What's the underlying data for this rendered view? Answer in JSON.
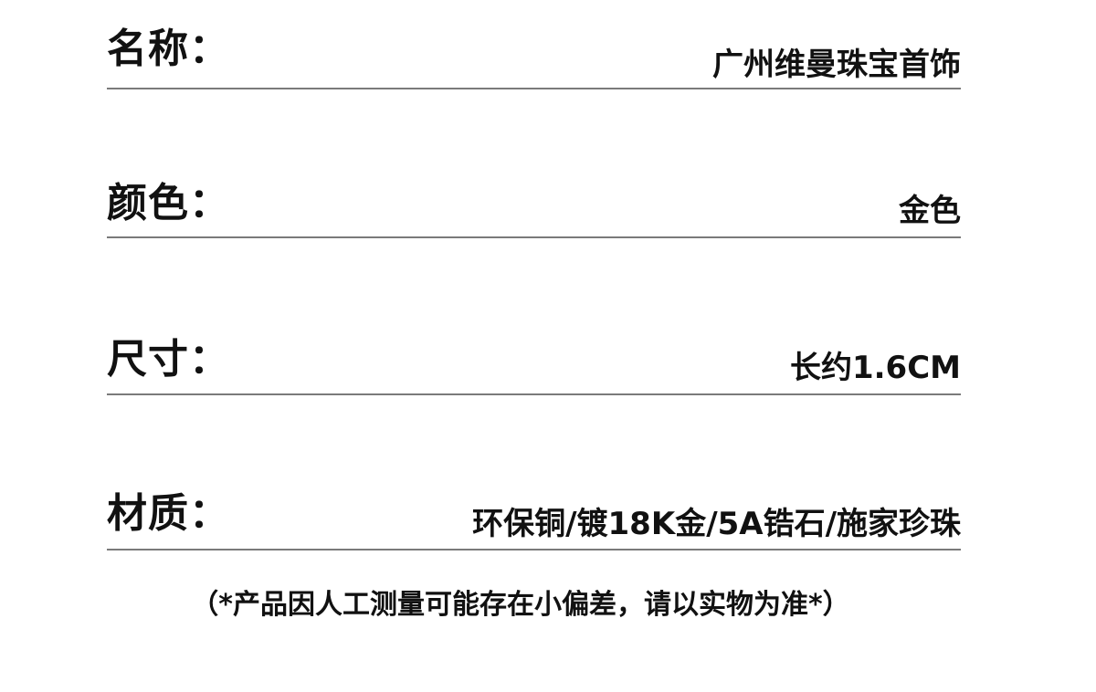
{
  "specs": {
    "name": {
      "label": "名称：",
      "value": "广州维曼珠宝首饰"
    },
    "color": {
      "label": "颜色：",
      "value": "金色"
    },
    "size": {
      "label": "尺寸：",
      "value": "长约1.6CM"
    },
    "material": {
      "label": "材质：",
      "value": "环保铜/镀18K金/5A锆石/施家珍珠"
    }
  },
  "disclaimer": "（*产品因人工测量可能存在小偏差，请以实物为准*）",
  "colors": {
    "text": "#111111",
    "divider": "#7a7a7a",
    "background": "#ffffff"
  }
}
